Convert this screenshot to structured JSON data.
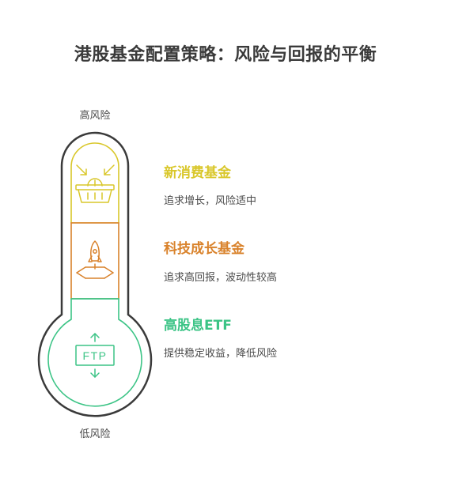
{
  "title": "港股基金配置策略：风险与回报的平衡",
  "scale": {
    "top_label": "高风险",
    "bottom_label": "低风险"
  },
  "items": [
    {
      "name": "新消费基金",
      "description": "追求增长，风险适中",
      "color": "#d9c72a",
      "icon": "shopping-basket-icon"
    },
    {
      "name": "科技成长基金",
      "description": "追求高回报，波动性较高",
      "color": "#d9822b",
      "icon": "rocket-icon"
    },
    {
      "name": "高股息ETF",
      "description": "提供稳定收益，降低风险",
      "color": "#3cc486",
      "icon": "ftp-transfer-icon",
      "icon_text": "FTP"
    }
  ]
}
